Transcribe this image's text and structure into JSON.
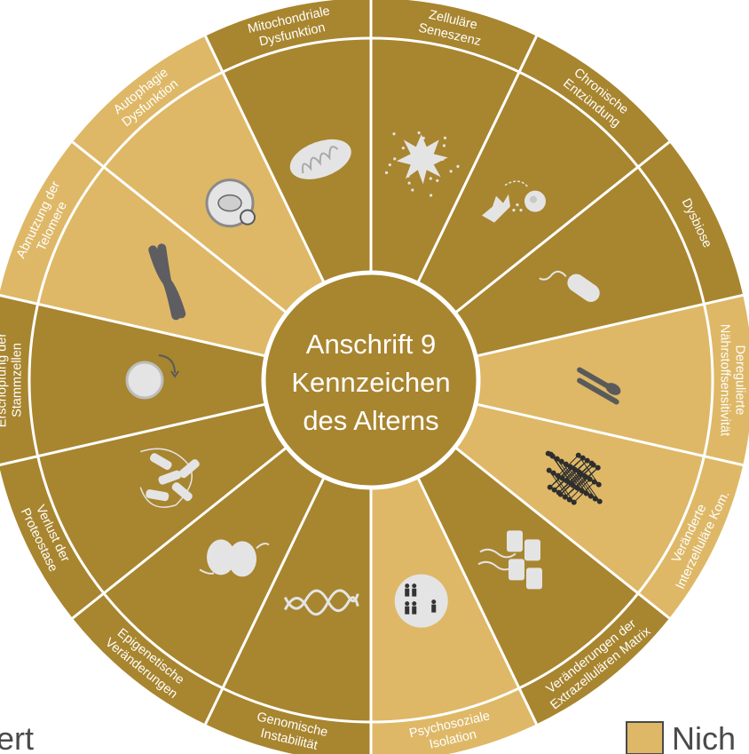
{
  "colors": {
    "dark": "#A8852F",
    "light": "#DEB867",
    "line": "#ffffff",
    "icon": "#e4e4e4",
    "icon_dark": "#5a5a5a"
  },
  "center": {
    "line1": "Anschrift 9",
    "line2": "Kennzeichen",
    "line3": "des Alterns"
  },
  "segments": [
    {
      "label": [
        "Zelluläre",
        "Seneszenz"
      ],
      "shade": "dark",
      "icon": "senescent-cell-icon"
    },
    {
      "label": [
        "Chronische",
        "Entzündung"
      ],
      "shade": "dark",
      "icon": "inflammation-cell-icon"
    },
    {
      "label": [
        "Dysbiose"
      ],
      "shade": "dark",
      "icon": "bacterium-icon"
    },
    {
      "label": [
        "Deregulierte",
        "Nährstoffsensitivität"
      ],
      "shade": "light",
      "icon": "cutlery-icon"
    },
    {
      "label": [
        "Veränderte",
        "Interzelluläre Kom."
      ],
      "shade": "light",
      "icon": "cell-network-icon"
    },
    {
      "label": [
        "Veränderungen der",
        "Extrazellulären Matrix"
      ],
      "shade": "dark",
      "icon": "extracellular-matrix-icon"
    },
    {
      "label": [
        "Psychosoziale",
        "Isolation"
      ],
      "shade": "light",
      "icon": "isolated-people-icon"
    },
    {
      "label": [
        "Genomische",
        "Instabilität"
      ],
      "shade": "dark",
      "icon": "dna-helix-icon"
    },
    {
      "label": [
        "Epigenetische",
        "Veränderungen"
      ],
      "shade": "dark",
      "icon": "nucleosome-icon"
    },
    {
      "label": [
        "Verlust der",
        "Proteostase"
      ],
      "shade": "dark",
      "icon": "protein-icon"
    },
    {
      "label": [
        "Erschöpfung der",
        "Stammzellen"
      ],
      "shade": "dark",
      "icon": "stem-cell-icon"
    },
    {
      "label": [
        "Abnutzung der",
        "Telomere"
      ],
      "shade": "light",
      "icon": "chromosome-icon"
    },
    {
      "label": [
        "Autophagie",
        "Dysfunktion"
      ],
      "shade": "light",
      "icon": "autophagosome-icon"
    },
    {
      "label": [
        "Mitochondriale",
        "Dysfunktion"
      ],
      "shade": "dark",
      "icon": "mitochondrion-icon"
    }
  ],
  "legend": {
    "left_text": "ert",
    "right_text": "Nich"
  }
}
